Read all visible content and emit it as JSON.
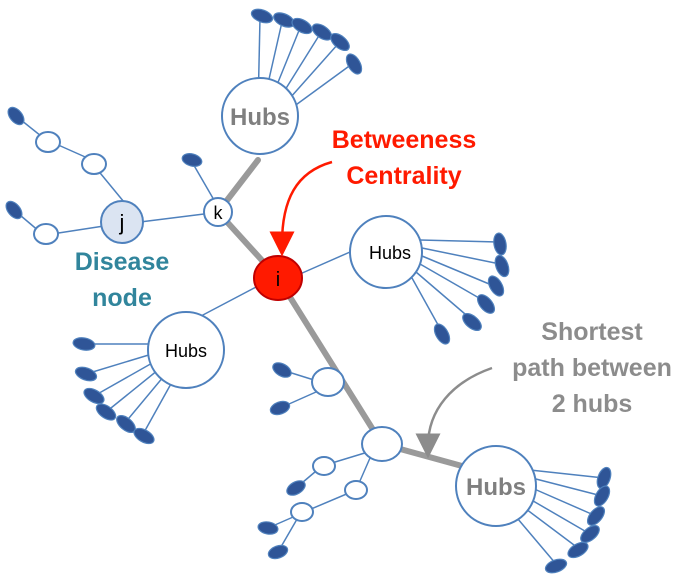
{
  "nodes": {
    "i_label": "i",
    "j_label": "j",
    "k_label": "k",
    "hub_top": "Hubs",
    "hub_right": "Hubs",
    "hub_left": "Hubs",
    "hub_bottom": "Hubs"
  },
  "annotations": {
    "betweenness_line1": "Betweeness",
    "betweenness_line2": "Centrality",
    "disease_line1": "Disease",
    "disease_line2": "node",
    "shortest_line1": "Shortest",
    "shortest_line2": "path between",
    "shortest_line3": "2 hubs"
  },
  "colors": {
    "node_stroke": "#4f81bd",
    "leaf_fill": "#2f5597",
    "highlight_node": "#ff1a00",
    "disease_node_fill": "#dbe4f2",
    "path_grey": "#9a9a9a",
    "annotation_red": "#ff1a00",
    "annotation_teal": "#31859c",
    "annotation_grey": "#8c8c8c"
  }
}
